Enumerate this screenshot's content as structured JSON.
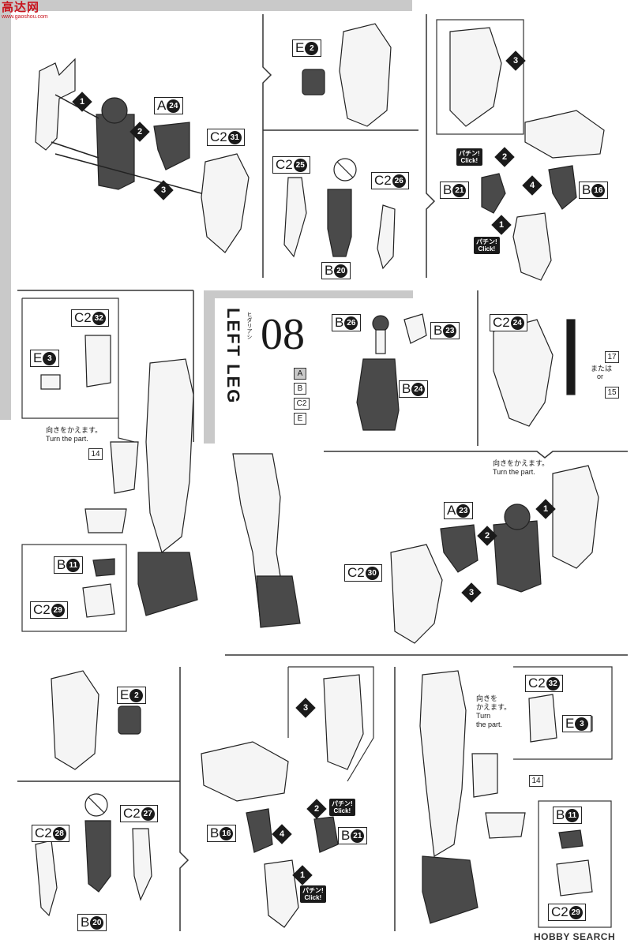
{
  "logo": {
    "site": "高达网",
    "url": "www.gaoshou.com"
  },
  "section": {
    "number": "08",
    "title": "LEFT LEG",
    "furigana": "ヒダリアシ",
    "runners": [
      "A",
      "B",
      "C2",
      "E"
    ]
  },
  "labels": {
    "p1_a": "A",
    "p1_a_num": "24",
    "p1_c2": "C2",
    "p1_c2_num": "31",
    "p2_e": "E",
    "p2_e_num": "2",
    "p3_c2a": "C2",
    "p3_c2a_num": "25",
    "p3_c2b": "C2",
    "p3_c2b_num": "26",
    "p3_b": "B",
    "p3_b_num": "20",
    "p4_b21": "B",
    "p4_b21_num": "21",
    "p4_b16": "B",
    "p4_b16_num": "16",
    "p5_c2": "C2",
    "p5_c2_num": "32",
    "p5_e": "E",
    "p5_e_num": "3",
    "p5_b": "B",
    "p5_b_num": "11",
    "p5_c2b": "C2",
    "p5_c2b_num": "29",
    "p6_b26": "B",
    "p6_b26_num": "26",
    "p6_b23": "B",
    "p6_b23_num": "23",
    "p6_b24": "B",
    "p6_b24_num": "24",
    "p7_c2": "C2",
    "p7_c2_num": "24",
    "p8_a": "A",
    "p8_a_num": "23",
    "p8_c2": "C2",
    "p8_c2_num": "30",
    "p9_e": "E",
    "p9_e_num": "2",
    "p10_c2a": "C2",
    "p10_c2a_num": "28",
    "p10_c2b": "C2",
    "p10_c2b_num": "27",
    "p10_b": "B",
    "p10_b_num": "20",
    "p11_b16": "B",
    "p11_b16_num": "16",
    "p11_b21": "B",
    "p11_b21_num": "21",
    "p12_c2": "C2",
    "p12_c2_num": "32",
    "p12_e": "E",
    "p12_e_num": "3",
    "p12_b": "B",
    "p12_b_num": "11",
    "p12_c2b": "C2",
    "p12_c2b_num": "29"
  },
  "steps": {
    "s1": "1",
    "s2": "2",
    "s3": "3",
    "s4": "4"
  },
  "click": {
    "jp": "パチン!",
    "en": "Click!"
  },
  "notes": {
    "turn_jp": "向きをかえます。",
    "turn_en": "Turn the part.",
    "turn_jp_short": "向きを",
    "turn_jp_short2": "かえます。",
    "turn_en_1": "Turn",
    "turn_en_2": "the part.",
    "or_jp": "または",
    "or_en": "or",
    "page17": "17",
    "page15": "15",
    "page14": "14"
  },
  "watermark": "HOBBY SEARCH",
  "colors": {
    "ink": "#1a1a1a",
    "dark_part": "#4a4a4a",
    "grey": "#c9c9c9",
    "logo": "#c8141e"
  }
}
